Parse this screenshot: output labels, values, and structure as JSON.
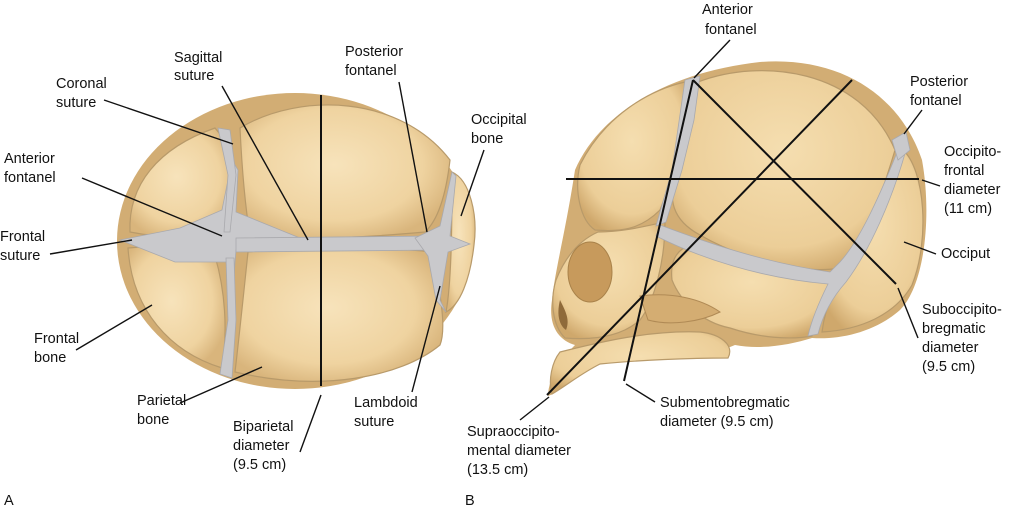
{
  "panel_a": {
    "letter": "A",
    "labels": {
      "sagittal_suture": [
        "Sagittal",
        "suture"
      ],
      "posterior_fontanel": [
        "Posterior",
        "fontanel"
      ],
      "coronal_suture": [
        "Coronal",
        "suture"
      ],
      "occipital_bone": [
        "Occipital",
        "bone"
      ],
      "anterior_fontanel": [
        "Anterior",
        "fontanel"
      ],
      "frontal_suture": [
        "Frontal",
        "suture"
      ],
      "frontal_bone": [
        "Frontal",
        "bone"
      ],
      "parietal_bone": [
        "Parietal",
        "bone"
      ],
      "biparietal_diameter": [
        "Biparietal",
        "diameter",
        "(9.5 cm)"
      ],
      "lambdoid_suture": [
        "Lambdoid",
        "suture"
      ]
    }
  },
  "panel_b": {
    "letter": "B",
    "labels": {
      "anterior_fontanel": [
        "Anterior",
        "fontanel"
      ],
      "posterior_fontanel": [
        "Posterior",
        "fontanel"
      ],
      "occipitofrontal_diameter": [
        "Occipito-",
        "frontal",
        "diameter",
        "(11 cm)"
      ],
      "occiput": [
        "Occiput"
      ],
      "suboccipitobregmatic_diameter": [
        "Suboccipito-",
        "bregmatic",
        "diameter",
        "(9.5 cm)"
      ],
      "submentobregmatic_diameter": [
        "Submentobregmatic",
        "diameter (9.5 cm)"
      ],
      "supraoccipitomental_diameter": [
        "Supraoccipito-",
        "mental diameter",
        "(13.5 cm)"
      ]
    }
  }
}
